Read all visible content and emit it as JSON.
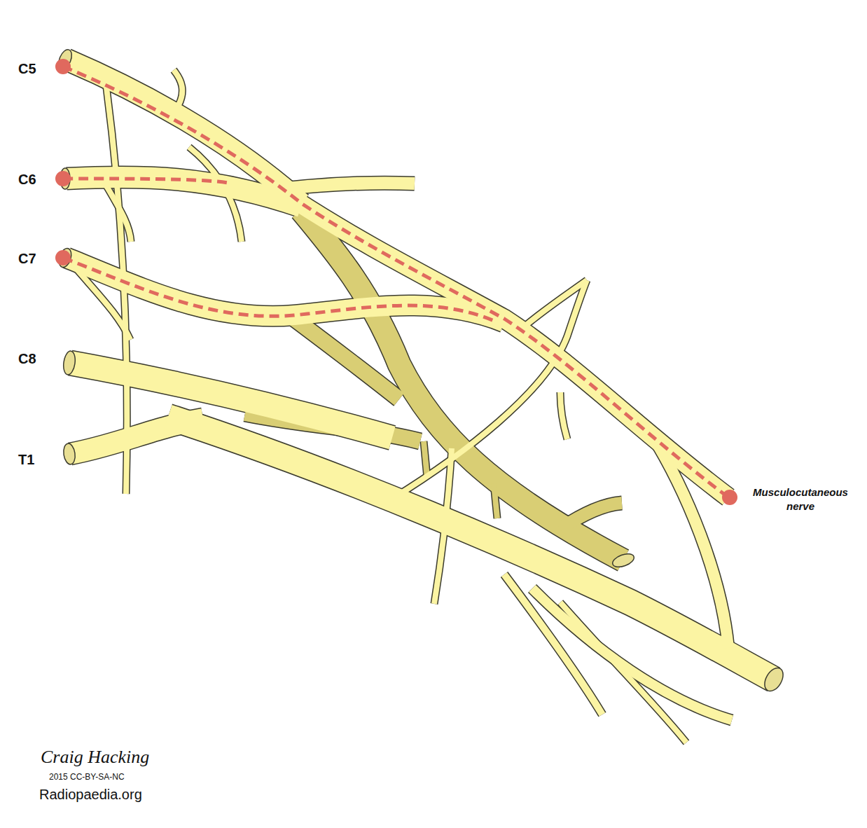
{
  "diagram": {
    "labels": [
      "C5",
      "C6",
      "C7",
      "C8",
      "T1",
      "Musculocutaneous nerve",
      "Craig Hacking",
      "2015 CC-BY-SA-NC",
      "Radiopaedia.org"
    ]
  }
}
